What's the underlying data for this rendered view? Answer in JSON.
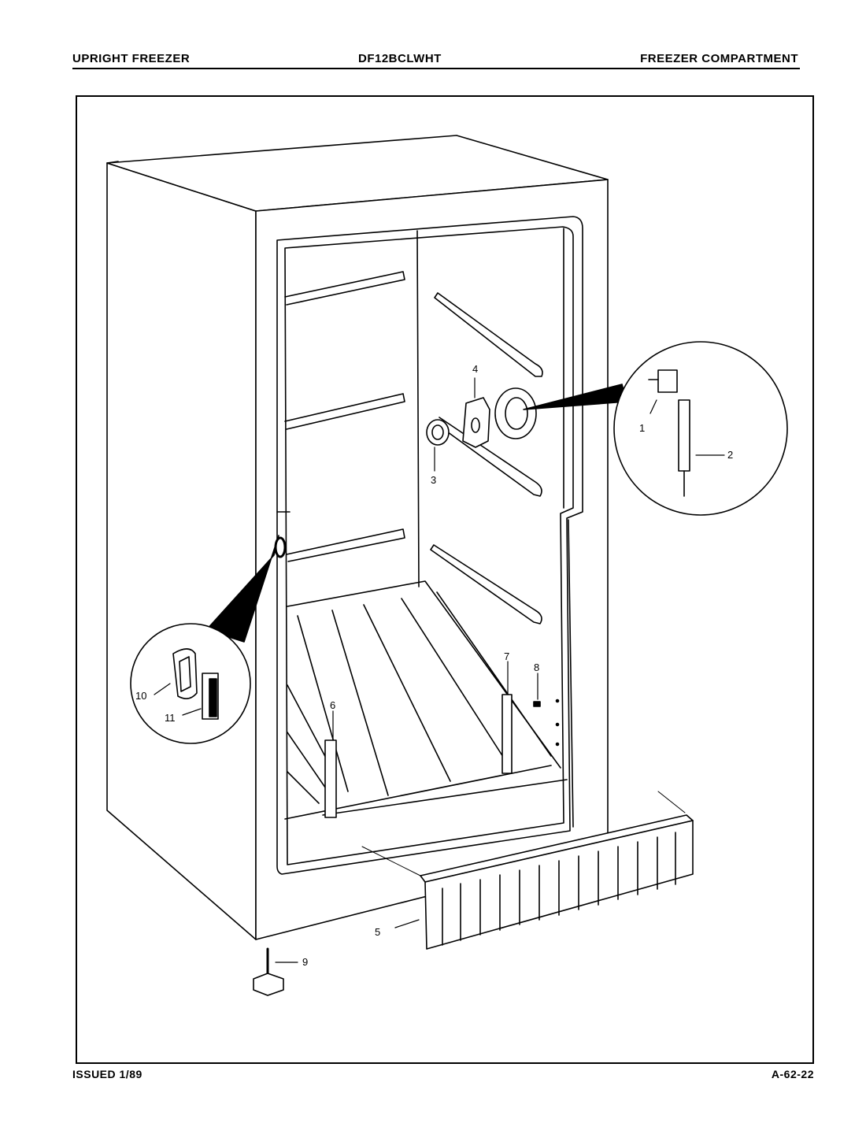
{
  "header": {
    "left": "UPRIGHT FREEZER",
    "model": "DF12BCLWHT",
    "right": "FREEZER COMPARTMENT"
  },
  "footer": {
    "issued": "ISSUED 1/89",
    "code": "A-62-22"
  },
  "callouts": {
    "c1": "1",
    "c2": "2",
    "c3": "3",
    "c4": "4",
    "c5": "5",
    "c6": "6",
    "c7": "7",
    "c8": "8",
    "c9": "9",
    "c10": "10",
    "c11": "11"
  }
}
